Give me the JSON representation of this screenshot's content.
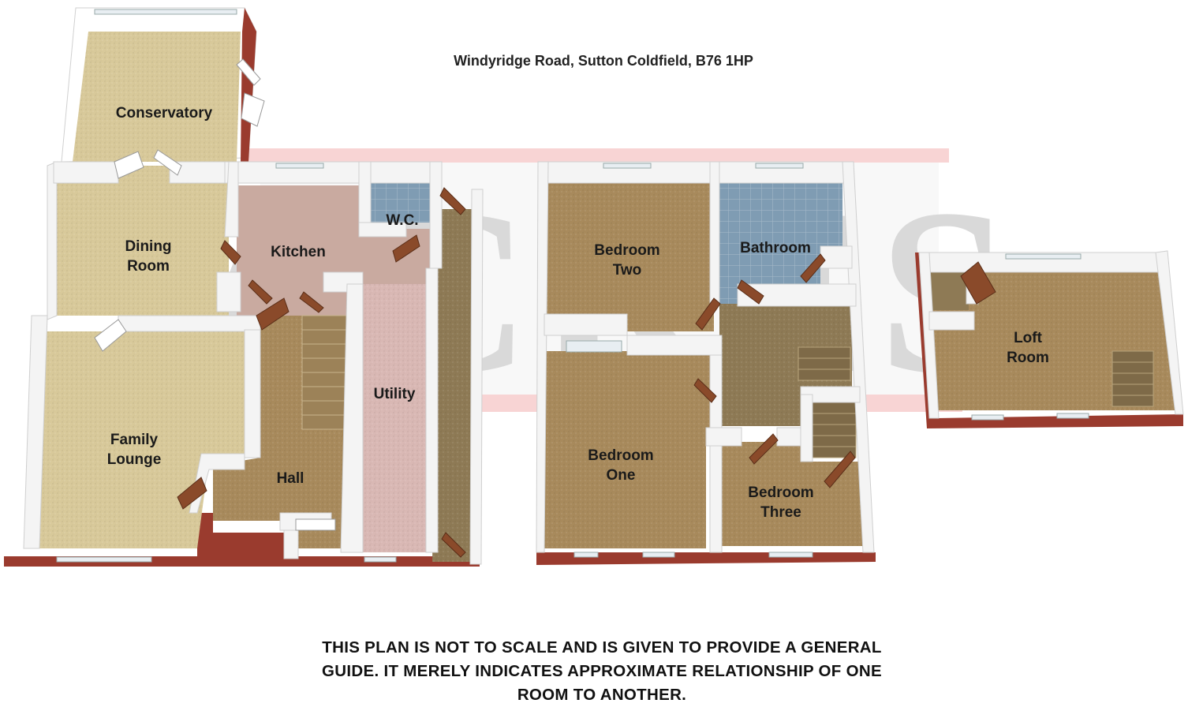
{
  "header": {
    "address": "Windyridge Road, Sutton Coldfield, B76 1HP"
  },
  "watermark": {
    "text": "ACRES"
  },
  "rooms": {
    "conservatory": [
      "Conservatory"
    ],
    "dining_room": [
      "Dining",
      "Room"
    ],
    "kitchen": [
      "Kitchen"
    ],
    "wc": [
      "W.C."
    ],
    "family_lounge": [
      "Family",
      "Lounge"
    ],
    "hall": [
      "Hall"
    ],
    "utility": [
      "Utility"
    ],
    "bedroom_two": [
      "Bedroom",
      "Two"
    ],
    "bathroom": [
      "Bathroom"
    ],
    "bedroom_one": [
      "Bedroom",
      "One"
    ],
    "bedroom_three": [
      "Bedroom",
      "Three"
    ],
    "loft_room": [
      "Loft",
      "Room"
    ]
  },
  "disclaimer": {
    "lines": [
      "THIS PLAN IS NOT TO SCALE AND IS GIVEN TO PROVIDE A GENERAL",
      "GUIDE. IT MERELY INDICATES APPROXIMATE RELATIONSHIP OF ONE",
      "ROOM TO ANOTHER."
    ]
  },
  "colors": {
    "carpet_beige": "#d8c99a",
    "carpet_brown": "#a88a5c",
    "kitchen_floor": "#c9aaa0",
    "utility_floor": "#d9b8b4",
    "tile_blue": "#7f9cb3",
    "brick": "#9a3b2e",
    "wall": "#f4f4f4",
    "door": "#8a4a2a"
  }
}
